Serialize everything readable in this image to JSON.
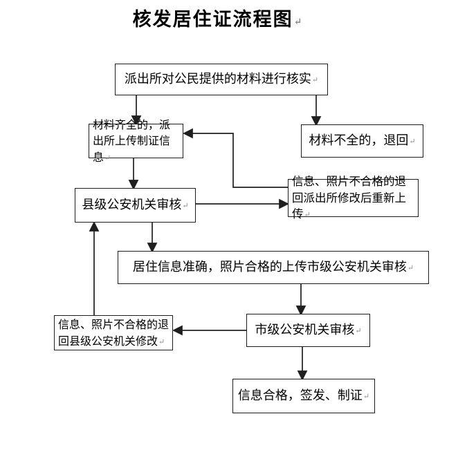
{
  "title": {
    "text": "核发居住证流程图"
  },
  "paragraph_mark": "↵",
  "diagram": {
    "type": "flowchart",
    "nodes": [
      {
        "id": "verify",
        "label": "派出所对公民提供的材料进行核实"
      },
      {
        "id": "complete",
        "label": "材料齐全的，派出所上传制证信息"
      },
      {
        "id": "incomplete",
        "label": "材料不全的，退回"
      },
      {
        "id": "county-review",
        "label": "县级公安机关审核"
      },
      {
        "id": "return-to-station",
        "label": "信息、照片不合格的退回派出所修改后重新上传"
      },
      {
        "id": "upload-city",
        "label": "居住信息准确，照片合格的上传市级公安机关审核"
      },
      {
        "id": "return-to-county",
        "label": "信息、照片不合格的退回县级公安机关修改"
      },
      {
        "id": "city-review",
        "label": "市级公安机关审核"
      },
      {
        "id": "issue",
        "label": "信息合格，签发、制证"
      }
    ],
    "edges": [
      {
        "from": "verify",
        "to": "complete"
      },
      {
        "from": "verify",
        "to": "incomplete"
      },
      {
        "from": "complete",
        "to": "county-review"
      },
      {
        "from": "county-review",
        "to": "return-to-station"
      },
      {
        "from": "return-to-station",
        "to": "complete"
      },
      {
        "from": "county-review",
        "to": "upload-city"
      },
      {
        "from": "upload-city",
        "to": "city-review"
      },
      {
        "from": "city-review",
        "to": "return-to-county"
      },
      {
        "from": "return-to-county",
        "to": "county-review"
      },
      {
        "from": "city-review",
        "to": "issue"
      }
    ]
  },
  "colors": {
    "line": "#1f1f1f",
    "box_border": "#1c1c1c",
    "text": "#000000",
    "background": "#ffffff",
    "paragraph_mark": "#8a8a8a"
  }
}
